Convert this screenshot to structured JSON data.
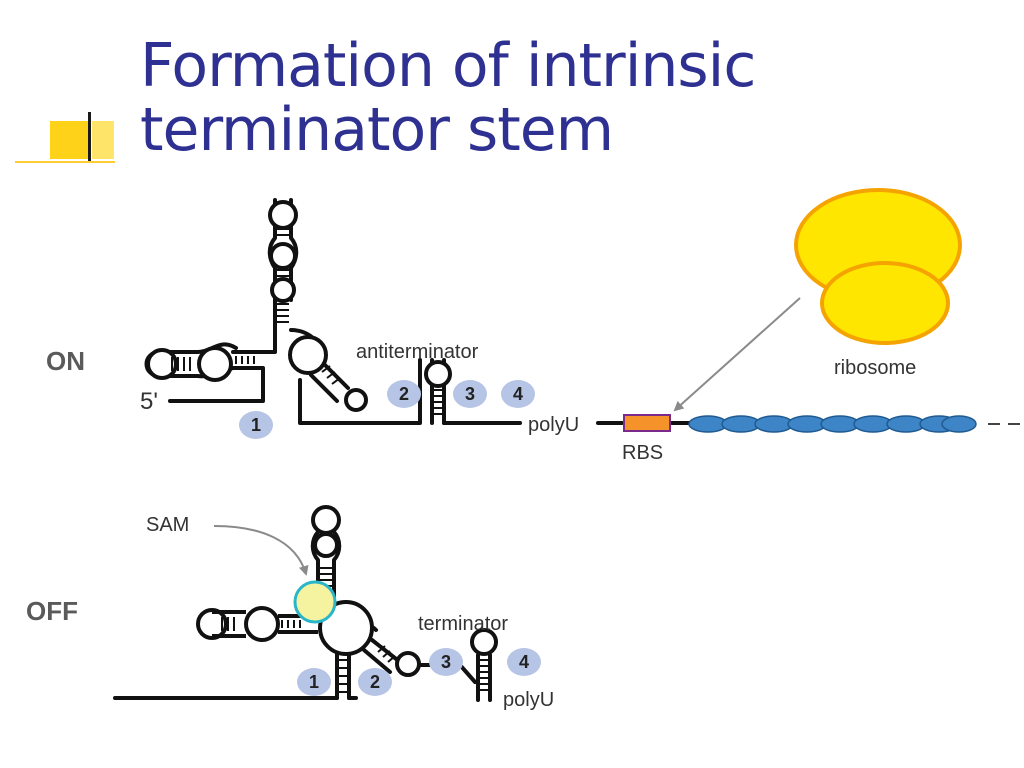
{
  "title": {
    "line1": "Formation of intrinsic",
    "line2": "terminator stem"
  },
  "diagram": {
    "on_state": {
      "state_label": "ON",
      "five_prime": "5'",
      "antiterminator": "antiterminator",
      "polyu": "polyU",
      "rbs": "RBS",
      "ribosome": "ribosome",
      "segments": [
        "1",
        "2",
        "3",
        "4"
      ]
    },
    "off_state": {
      "state_label": "OFF",
      "sam": "SAM",
      "terminator": "terminator",
      "polyu": "polyU",
      "segments": [
        "1",
        "2",
        "3",
        "4"
      ]
    }
  },
  "colors": {
    "title": "#2e3192",
    "ribosome_fill": "#ffe600",
    "ribosome_stroke": "#f5a300",
    "rbs_fill": "#f5922a",
    "rbs_stroke": "#7a2a8a",
    "mrna_beads": "#3d85c6",
    "segment_circle": "#b6c4e6",
    "sam_fill": "#f5f2a0",
    "sam_stroke": "#2bb5c9"
  }
}
